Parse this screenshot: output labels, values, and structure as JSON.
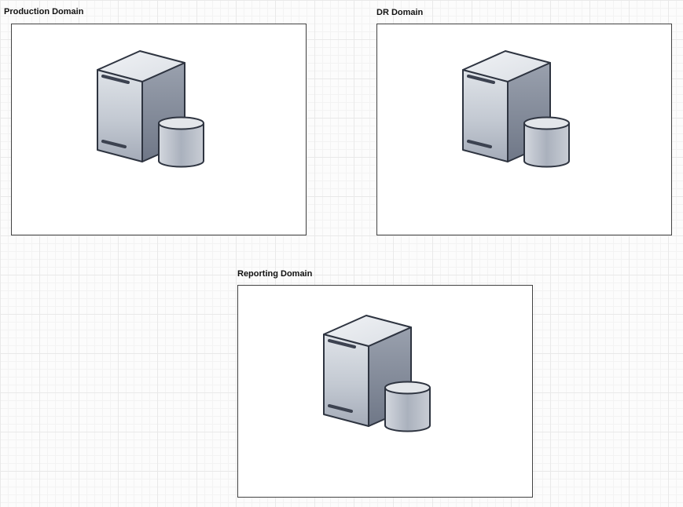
{
  "diagram": {
    "containers": [
      {
        "id": "production",
        "label": "Production Domain"
      },
      {
        "id": "dr",
        "label": "DR Domain"
      },
      {
        "id": "reporting",
        "label": "Reporting Domain"
      }
    ],
    "icon": "database-server-icon",
    "colors": {
      "container_border": "#424242",
      "container_fill": "#ffffff",
      "grid_minor": "#f3f3f3",
      "grid_major": "#e9e9e9",
      "server_top": "#eef0f4",
      "server_front": "#c6ccd5",
      "server_side": "#808896",
      "outline": "#2e3440"
    }
  }
}
